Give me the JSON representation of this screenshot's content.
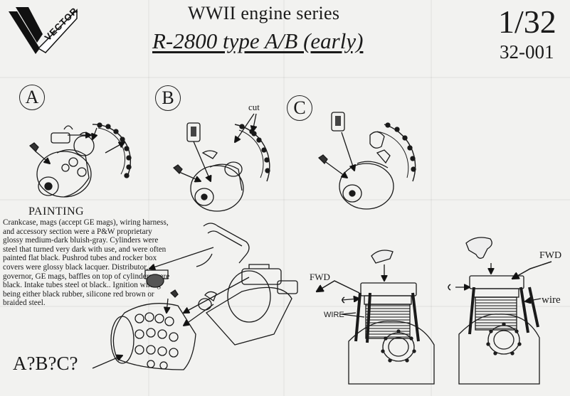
{
  "brand": {
    "logo_text": "VECTOR"
  },
  "header": {
    "series_title": "WWII engine series",
    "model_title": "R-2800 type A/B (early)",
    "scale": "1/32",
    "product_code": "32-001"
  },
  "variants": {
    "a_label": "A",
    "b_label": "B",
    "c_label": "C",
    "cut_label": "cut"
  },
  "painting": {
    "heading": "PAINTING",
    "text": "Crankcase, mags (accept GE mags), wiring harness, and accessory section were a P&W proprietary glossy medium-dark bluish-gray. Cylinders were steel that turned very dark with use, and were often painted flat black. Pushrod tubes and rocker box covers were glossy black lacquer. Distributor, governor, GE mags, baffles on top of cylinders were black. Intake tubes steel ot black.. Ignition wiring being either black rubber, silicone red brown or braided steel."
  },
  "assembly": {
    "question": "A?B?C?"
  },
  "cylinder_left": {
    "fwd": "FWD",
    "wire": "WIRE"
  },
  "cylinder_right": {
    "fwd": "FWD",
    "wire": "wire"
  }
}
